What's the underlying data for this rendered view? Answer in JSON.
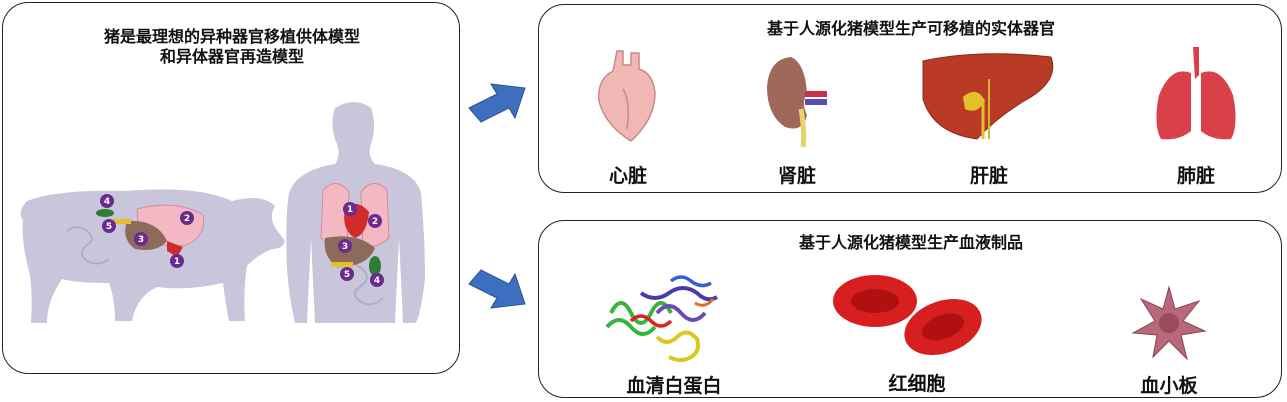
{
  "left_panel": {
    "title_line1": "猪是最理想的异种器官移植供体模型",
    "title_line2": "和异体器官再造模型",
    "pig_markers": [
      "1",
      "2",
      "3",
      "4",
      "5"
    ],
    "human_markers": [
      "1",
      "2",
      "3",
      "4",
      "5"
    ]
  },
  "organs_panel": {
    "title": "基于人源化猪模型生产可移植的实体器官",
    "items": [
      {
        "label": "心脏"
      },
      {
        "label": "肾脏"
      },
      {
        "label": "肝脏"
      },
      {
        "label": "肺脏"
      }
    ]
  },
  "blood_panel": {
    "title": "基于人源化猪模型生产血液制品",
    "items": [
      {
        "label": "血清白蛋白"
      },
      {
        "label": "红细胞"
      },
      {
        "label": "血小板"
      }
    ]
  },
  "colors": {
    "silhouette": "#c9c6dc",
    "marker": "#6a2a8e",
    "arrow": "#3d6fc0",
    "heart": "#f0b7b5",
    "kidney": "#a0685a",
    "liver": "#b93a25",
    "lung": "#d9404a",
    "rbc": "#d81f1f"
  }
}
